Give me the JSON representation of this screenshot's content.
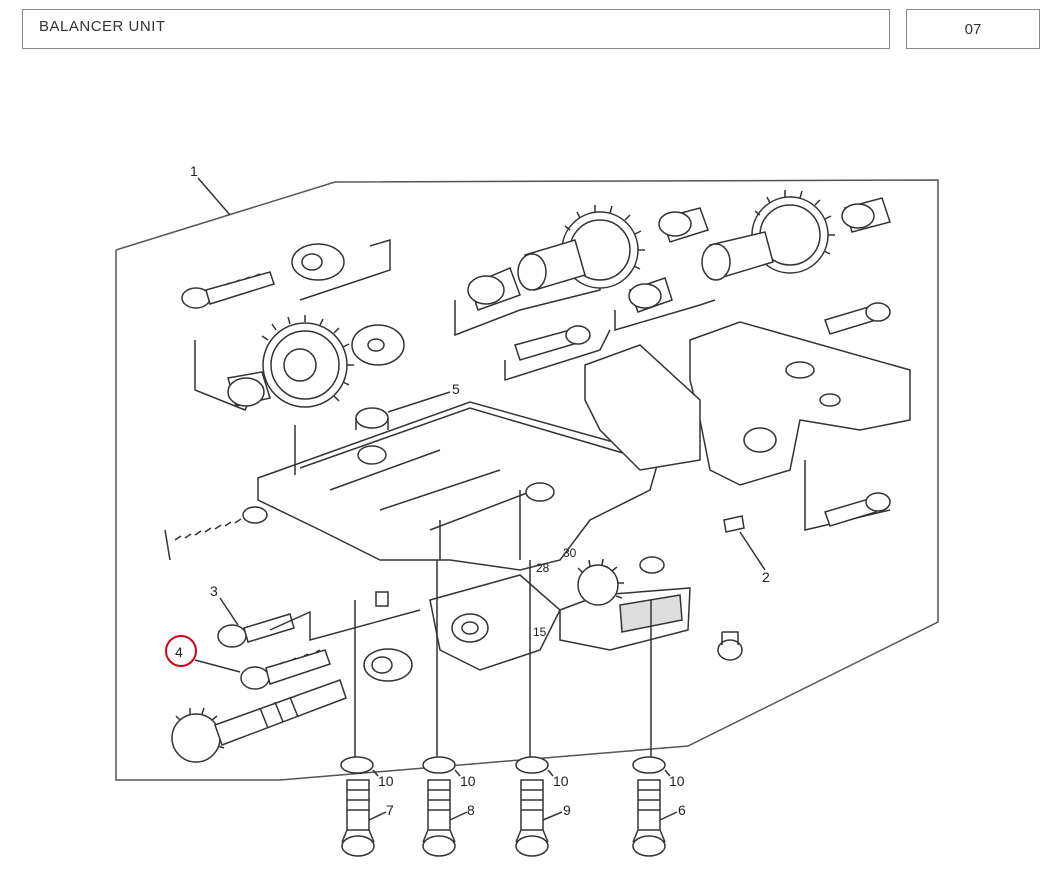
{
  "header": {
    "title": "BALANCER UNIT",
    "page_number": "07"
  },
  "diagram": {
    "callouts": [
      "1",
      "2",
      "3",
      "4",
      "5",
      "6",
      "7",
      "8",
      "9",
      "10",
      "10",
      "10",
      "10",
      "28",
      "30",
      "15"
    ],
    "highlighted_callout": "4",
    "colors": {
      "line": "#333333",
      "frame": "#555555",
      "highlight": "#d0021b"
    }
  }
}
